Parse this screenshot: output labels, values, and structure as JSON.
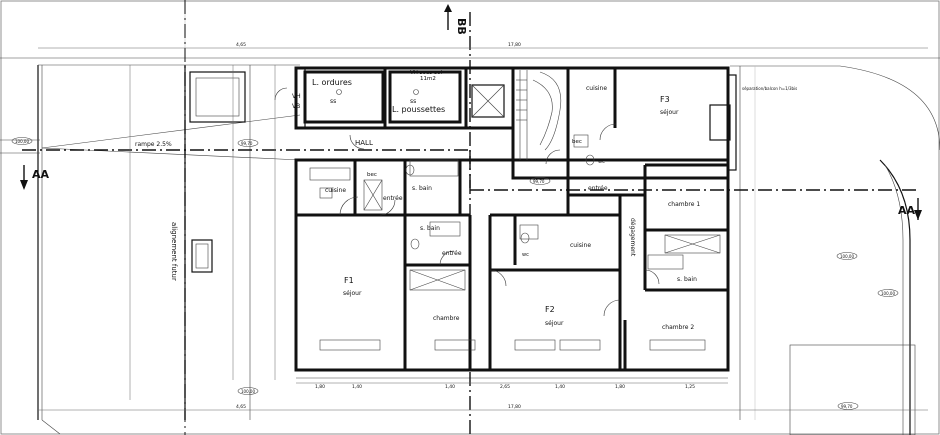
{
  "sections": {
    "aa_left": "AA",
    "aa_right": "AA",
    "bb": "BB"
  },
  "rooms": {
    "ordures": "L. ordures",
    "ordures_ss": "ss",
    "poussettes": "L. poussettes",
    "poussettes_ss": "ss",
    "vh_sous_sol": "VH sous-sol",
    "vh_area": "11m2",
    "vh1": "VH",
    "vh2": "VB",
    "hall": "HALL",
    "cuisine_top": "cuisine",
    "f3": "F3",
    "f3_sejour": "séjour",
    "separation": "séparation/balcon h=1/3bis",
    "cuisine_f1": "cuisine",
    "sbain_f1": "s. bain",
    "entree_f1": "entrée",
    "bec_f1": "bec",
    "f1": "F1",
    "f1_sejour": "séjour",
    "sbain_mid": "s. bain",
    "entree_mid": "entrée",
    "chambre_mid": "chambre",
    "cuisine_f2": "cuisine",
    "f2": "F2",
    "f2_sejour": "séjour",
    "wc_f2": "wc",
    "bec_f3": "bec",
    "wc_f3": "wc",
    "entree_f3": "entrée",
    "chambre1": "chambre 1",
    "degagement": "dégagement",
    "sbain_right": "s. bain",
    "chambre2": "chambre 2",
    "alignement": "alignement futur",
    "rampe": "rampe 2.5%"
  },
  "dimensions": {
    "top_left": "4,65",
    "top_total": "17,80",
    "bottom_total": "17,80",
    "bottom_left": "4,65",
    "b1": "1,80",
    "b2": "1,40",
    "b3": "1,40",
    "b4": "2,65",
    "b5": "1,40",
    "b6": "1,80",
    "b7": "1,25",
    "elev_left": "100,00",
    "elev_mid": "99,70",
    "elev_bottom_right": "99,70",
    "elev_right": "100,00",
    "elev_mid2": "99,70",
    "elev_right2": "100,00",
    "elev_bottom_left": "100,00"
  }
}
